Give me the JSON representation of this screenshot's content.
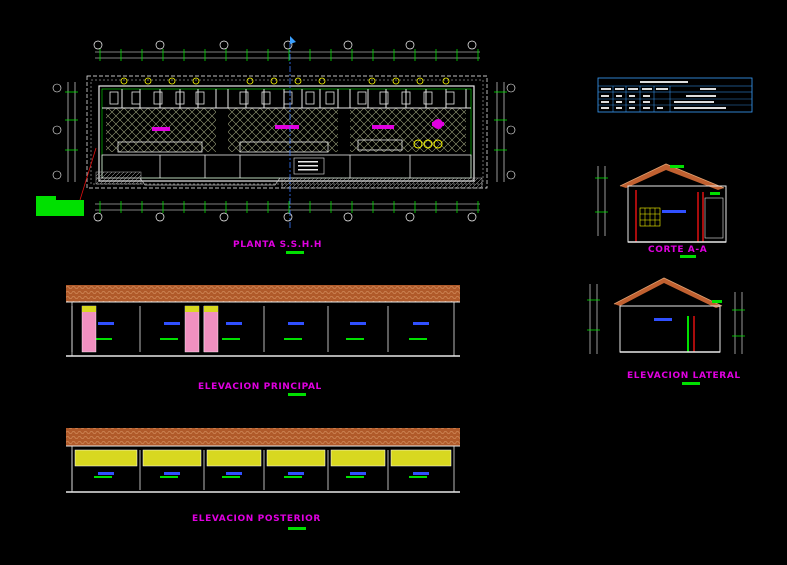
{
  "titles": {
    "plan": "PLANTA  S.S.H.H",
    "main_elevation": "ELEVACION PRINCIPAL",
    "rear_elevation": "ELEVACION POSTERIOR",
    "section": "CORTE A-A",
    "side_elevation": "ELEVACION LATERAL"
  },
  "colors": {
    "background": "#000000",
    "walls": "#e8e8e8",
    "axis": "#ffffff",
    "dimension": "#00e000",
    "title": "#e000e0",
    "roof": "#c06030",
    "glazing": "#d8d820",
    "door": "#f090c0",
    "highlight_red": "#e01010",
    "table_frame": "#3aa0ff",
    "fixtures": "#ffff00",
    "label_bar": "#3050ff"
  }
}
